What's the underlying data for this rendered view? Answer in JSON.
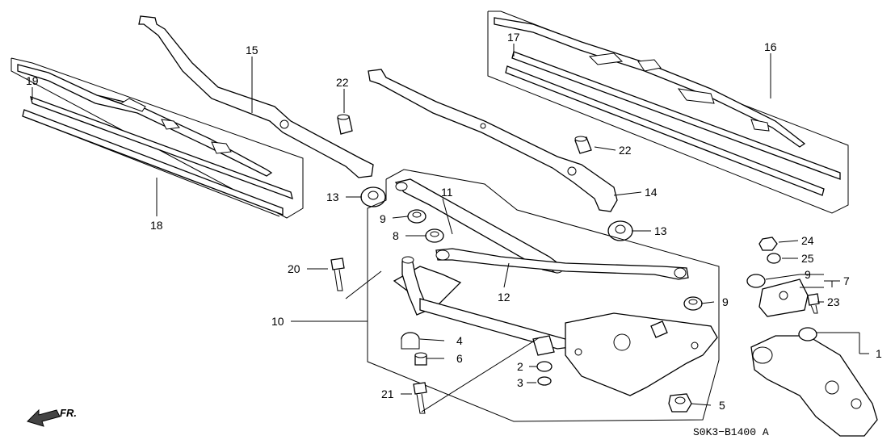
{
  "diagram": {
    "code": "S0K3−B1400 A",
    "direction_label": "FR.",
    "callouts": [
      {
        "id": "c1",
        "label": "1"
      },
      {
        "id": "c2",
        "label": "2"
      },
      {
        "id": "c3",
        "label": "3"
      },
      {
        "id": "c4",
        "label": "4"
      },
      {
        "id": "c5",
        "label": "5"
      },
      {
        "id": "c6",
        "label": "6"
      },
      {
        "id": "c7",
        "label": "7"
      },
      {
        "id": "c8",
        "label": "8"
      },
      {
        "id": "c9a",
        "label": "9"
      },
      {
        "id": "c9b",
        "label": "9"
      },
      {
        "id": "c9c",
        "label": "9"
      },
      {
        "id": "c10",
        "label": "10"
      },
      {
        "id": "c11",
        "label": "11"
      },
      {
        "id": "c12",
        "label": "12"
      },
      {
        "id": "c13a",
        "label": "13"
      },
      {
        "id": "c13b",
        "label": "13"
      },
      {
        "id": "c14",
        "label": "14"
      },
      {
        "id": "c15",
        "label": "15"
      },
      {
        "id": "c16",
        "label": "16"
      },
      {
        "id": "c17",
        "label": "17"
      },
      {
        "id": "c18",
        "label": "18"
      },
      {
        "id": "c19",
        "label": "19"
      },
      {
        "id": "c20",
        "label": "20"
      },
      {
        "id": "c21",
        "label": "21"
      },
      {
        "id": "c22a",
        "label": "22"
      },
      {
        "id": "c22b",
        "label": "22"
      },
      {
        "id": "c23",
        "label": "23"
      },
      {
        "id": "c24",
        "label": "24"
      },
      {
        "id": "c25",
        "label": "25"
      }
    ]
  }
}
